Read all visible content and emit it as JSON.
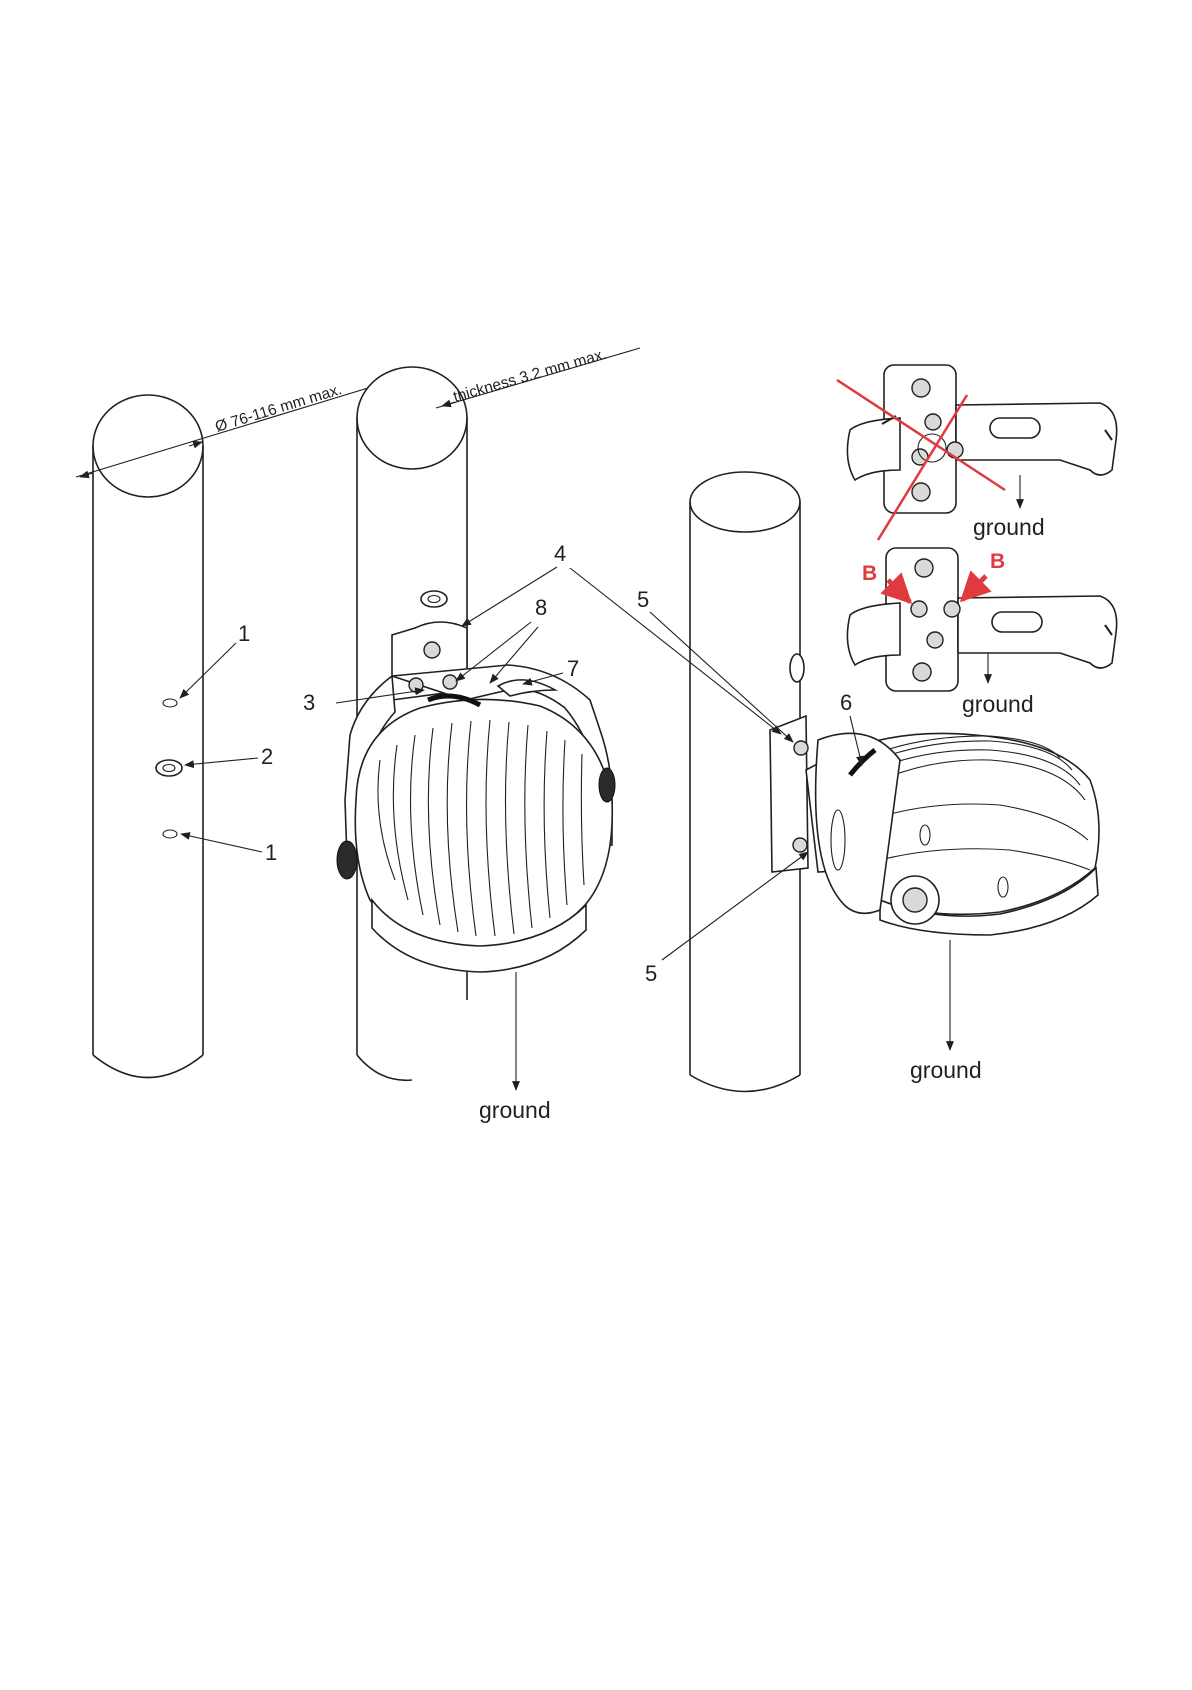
{
  "dimensions": {
    "diameter": "Ø 76-116 mm max.",
    "thickness": "thickness 3.2 mm max."
  },
  "callouts": {
    "c1a": "1",
    "c2": "2",
    "c1b": "1",
    "c3": "3",
    "c4": "4",
    "c8": "8",
    "c7": "7",
    "c5a": "5",
    "c5b": "5",
    "c6": "6"
  },
  "ground_labels": {
    "center": "ground",
    "right": "ground",
    "inset_top": "ground",
    "inset_bottom": "ground"
  },
  "inset_markers": {
    "left": "B",
    "right": "B"
  },
  "colors": {
    "line": "#231f20",
    "highlight": "#e03a3e"
  }
}
